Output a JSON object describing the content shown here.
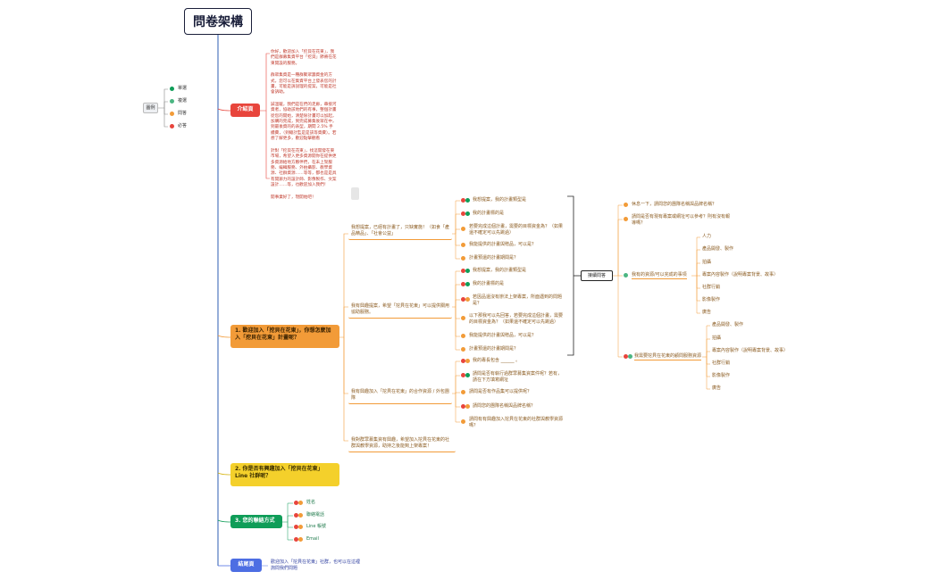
{
  "root": {
    "title": "問卷架構"
  },
  "legend": {
    "label": "圖例",
    "items": [
      "單選",
      "複選",
      "問答",
      "必答"
    ]
  },
  "intro": {
    "label": "介紹頁",
    "paragraphs": [
      "你好，歡迎加入「挖貝在花東」，我們是群募集資平台「挖貝」節將在花東開設的服務。",
      "群眾集資是一種群聚眾籌資金的方式，您可以在集資平台上發表您的計畫，可能是訴說理的提案，可能是社會訴助。",
      "誠溫暖，我們是在們的走廊，串接河資者，協助該地們的有事，整個計畫從您的開始，清楚除計畫可以加起，加購的完成，到完成募集後眾在中，到最後資的的表型，期間 2.5% 手續費，（到總計監是是該等資費）。若想了解更多，歡迎點擊觀看",
      "針對「挖貝在花東」，找這開發在東市場，希望入更多資源開你在提供更多資源給地方夥伴們，在未上架服務、編輯服務、外拍攝影、教學資源、社群資源……等等，都也是是具有開辦力的設計師、影像製作、文案設計……等，也歡迎加入我們！",
      "開事業好了，現開始吧！"
    ]
  },
  "section1": {
    "label": "1. 歡迎加入「挖貝在花東」，你想怎麼加入「挖貝在花東」計畫呢？",
    "options": [
      {
        "text": "我想提案，已經有計畫了，只缺實施！（如食「產品精品」、「社會公益」",
        "questions": [
          "我想提案，我的計畫類型是",
          "我的計畫標的是",
          "若要完成這個計畫，需要的目標資金為？（如果還不確定可以先跳過）",
          "我能提供的計畫與贈品，可以是？",
          "計畫預還的計畫期間是？"
        ]
      },
      {
        "text": "我有興趣提案，希望「挖貝在花東」可以提供關用協助服務。",
        "questions": [
          "我想提案，我的計畫類型是",
          "我的計畫標的是",
          "若因品還沒有辦法上架專案，所面遇到的問題是？",
          "以下那我可以先回答，若要完成這個計畫，需要的目標資金為？（如果還不確定可以先跳過）",
          "我能提供的計畫與贈品，可以是？",
          "計畫預還的計畫期間是？"
        ]
      },
      {
        "text": "我有興趣加入「挖貝在花東」的合作資源 / 外包團隊",
        "questions": [
          "我的專長包含 ______ 。",
          "請問是否有執行過群眾募集資案件呢？若有，請在下方填寫網址",
          "請問是否有作品集可以提供呢？",
          "請問您的團隊名稱與品牌名稱？",
          "請問有有興趣加入挖貝在花東的社群與教學資源嗎？"
        ]
      },
      {
        "text": "我對群眾募集資有興趣，希望加入挖貝在花東的社群與教學資源，助持之後能夠上架專案！",
        "questions": []
      }
    ]
  },
  "interview": {
    "label": "接續問答",
    "items": [
      "休息一下，請問您的團隊名稱與品牌名稱？",
      "請問是否有現有專案或網址可以參考？則有沒有報導嗎？",
      "我有的資源/可以完成的事項",
      "我需要挖貝在花東的顧問服務資源"
    ],
    "have_resources": [
      "人力",
      "產品開發、製作",
      "拍攝",
      "專案內容製作（說明專案背景、故事）",
      "社群行銷",
      "影像製作",
      "廣告"
    ],
    "need_resources": [
      "產品開發、製作",
      "拍攝",
      "專案內容製作（說明專案背景、故事）",
      "社群行銷",
      "影像製作",
      "廣告"
    ]
  },
  "section2": {
    "label": "2. 你是否有興趣加入「挖貝在花東」Line 社群呢？"
  },
  "section3": {
    "label": "3. 您的聯絡方式",
    "items": [
      "姓名",
      "聯絡電話",
      "Line 帳號",
      "Email"
    ]
  },
  "ending": {
    "label": "結尾頁",
    "text": "歡迎加入「挖貝在花東」社群，也可以在這裡詢問我們問題"
  },
  "colors": {
    "intro": "#e8453c",
    "section1": "#f29b38",
    "section2": "#f4d02b",
    "section3": "#0f9d58",
    "ending": "#4d6ee3",
    "spine": "#2c5db3"
  }
}
